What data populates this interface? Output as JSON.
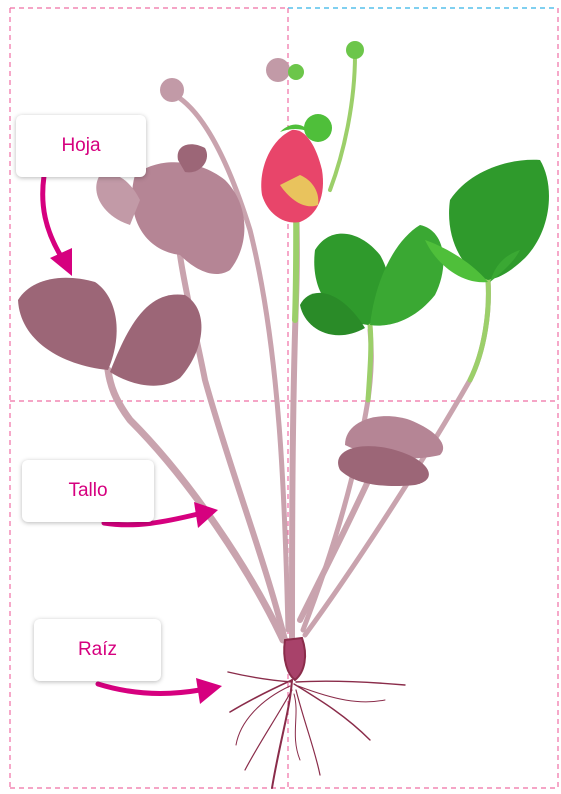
{
  "labels": {
    "leaf": "Hoja",
    "stem": "Tallo",
    "root": "Raíz"
  },
  "colors": {
    "accent": "#d6007f",
    "guide_pink": "#ef6fa5",
    "guide_blue": "#34b3e6",
    "tinted_plant": "#b58595",
    "tinted_plant_dark": "#9c6677",
    "leaf_green": "#2f9a2c",
    "leaf_green_light": "#4fbf3a",
    "berry_red": "#e8456a",
    "berry_yellow": "#e9d95a",
    "root_color": "#8a2c4a",
    "callout_bg": "#ffffff"
  },
  "icons": [
    "arrow-icon"
  ]
}
